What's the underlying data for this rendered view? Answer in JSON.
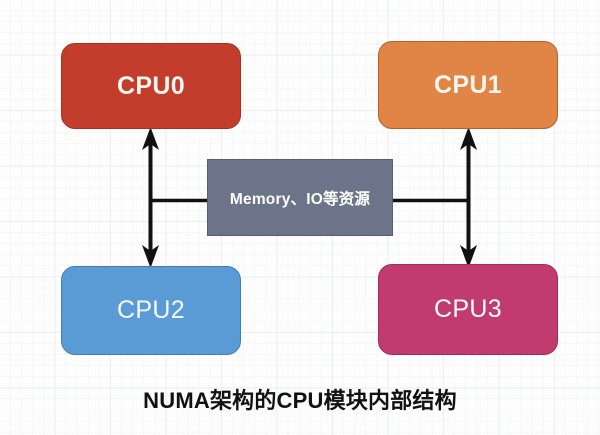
{
  "diagram": {
    "caption": "NUMA架构的CPU模块内部结构",
    "nodes": [
      {
        "id": "cpu0",
        "label": "CPU0",
        "color": "#c33d2c",
        "border": "#a8301f",
        "text_color": "#fdf6ee",
        "weight": "bold"
      },
      {
        "id": "cpu1",
        "label": "CPU1",
        "color": "#e08545",
        "border": "#b2622c",
        "text_color": "#fdf6ee",
        "weight": "bold"
      },
      {
        "id": "cpu2",
        "label": "CPU2",
        "color": "#5b9bd5",
        "border": "#3d7fb8",
        "text_color": "#f4fbff",
        "weight": "normal"
      },
      {
        "id": "cpu3",
        "label": "CPU3",
        "color": "#c13b6e",
        "border": "#a32b59",
        "text_color": "#f4fbff",
        "weight": "normal"
      }
    ],
    "shared_resource": {
      "label": "Memory、IO等资源",
      "color": "#6b7489",
      "border": "#565e70",
      "text_color": "#ffffff"
    },
    "connectors": {
      "stroke_color": "#111111",
      "left_arrow_name": "cpu0-cpu2-bidirectional-arrow",
      "right_arrow_name": "cpu1-cpu3-bidirectional-arrow",
      "left_link_name": "memory-to-left-bus-line",
      "right_link_name": "memory-to-right-bus-line"
    },
    "background": {
      "paper_color": "#fdfdfd",
      "grid_minor_color": "#f6f7f8",
      "grid_major_color": "#eceef0"
    }
  }
}
